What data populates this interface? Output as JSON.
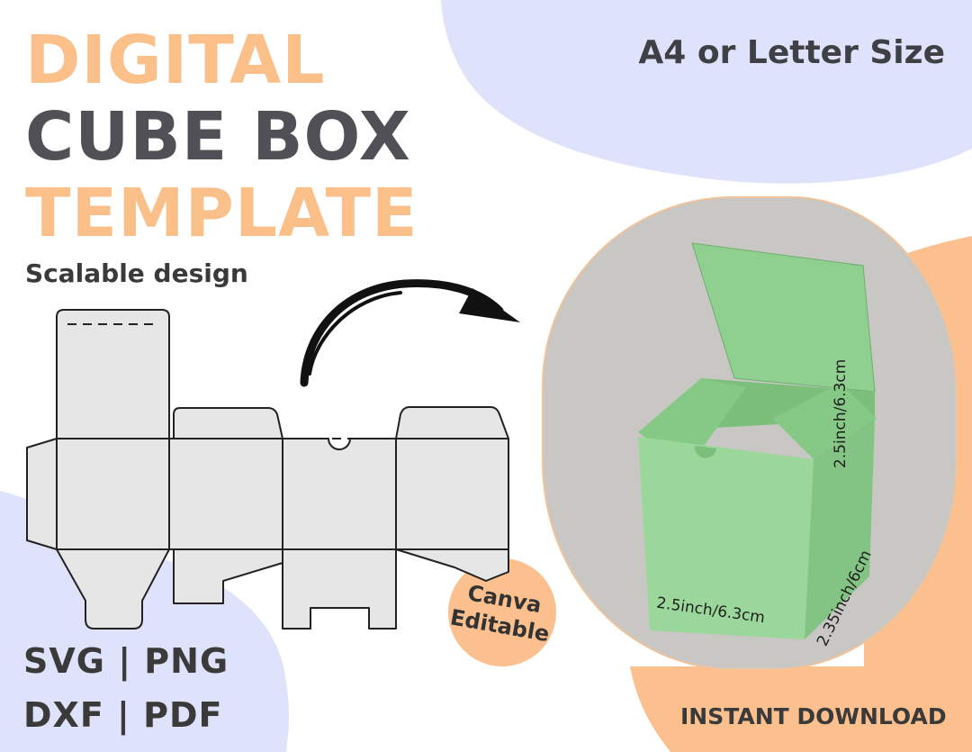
{
  "colors": {
    "accent_orange": "#fbbf8a",
    "dark_text": "#505056",
    "lavender": "#dfe2fb",
    "peach": "#fcc08e",
    "template_fill": "#e6e6e6",
    "box_green": "#8fcf8f"
  },
  "title": {
    "line1": "DIGITAL",
    "line2": "CUBE BOX",
    "line3": "TEMPLATE"
  },
  "subtitle": "Scalable design",
  "size_label": "A4 or Letter Size",
  "formats": {
    "line1": "SVG | PNG",
    "line2": "DXF | PDF"
  },
  "badge": {
    "line1": "Canva",
    "line2": "Editable"
  },
  "download_label": "INSTANT DOWNLOAD",
  "dimensions": {
    "height": "2.5inch/6.3cm",
    "width": "2.5inch/6.3cm",
    "depth": "2.35inch/6cm"
  },
  "icons": {
    "arrow": "curved-arrow-icon",
    "template": "box-net-diagram"
  }
}
